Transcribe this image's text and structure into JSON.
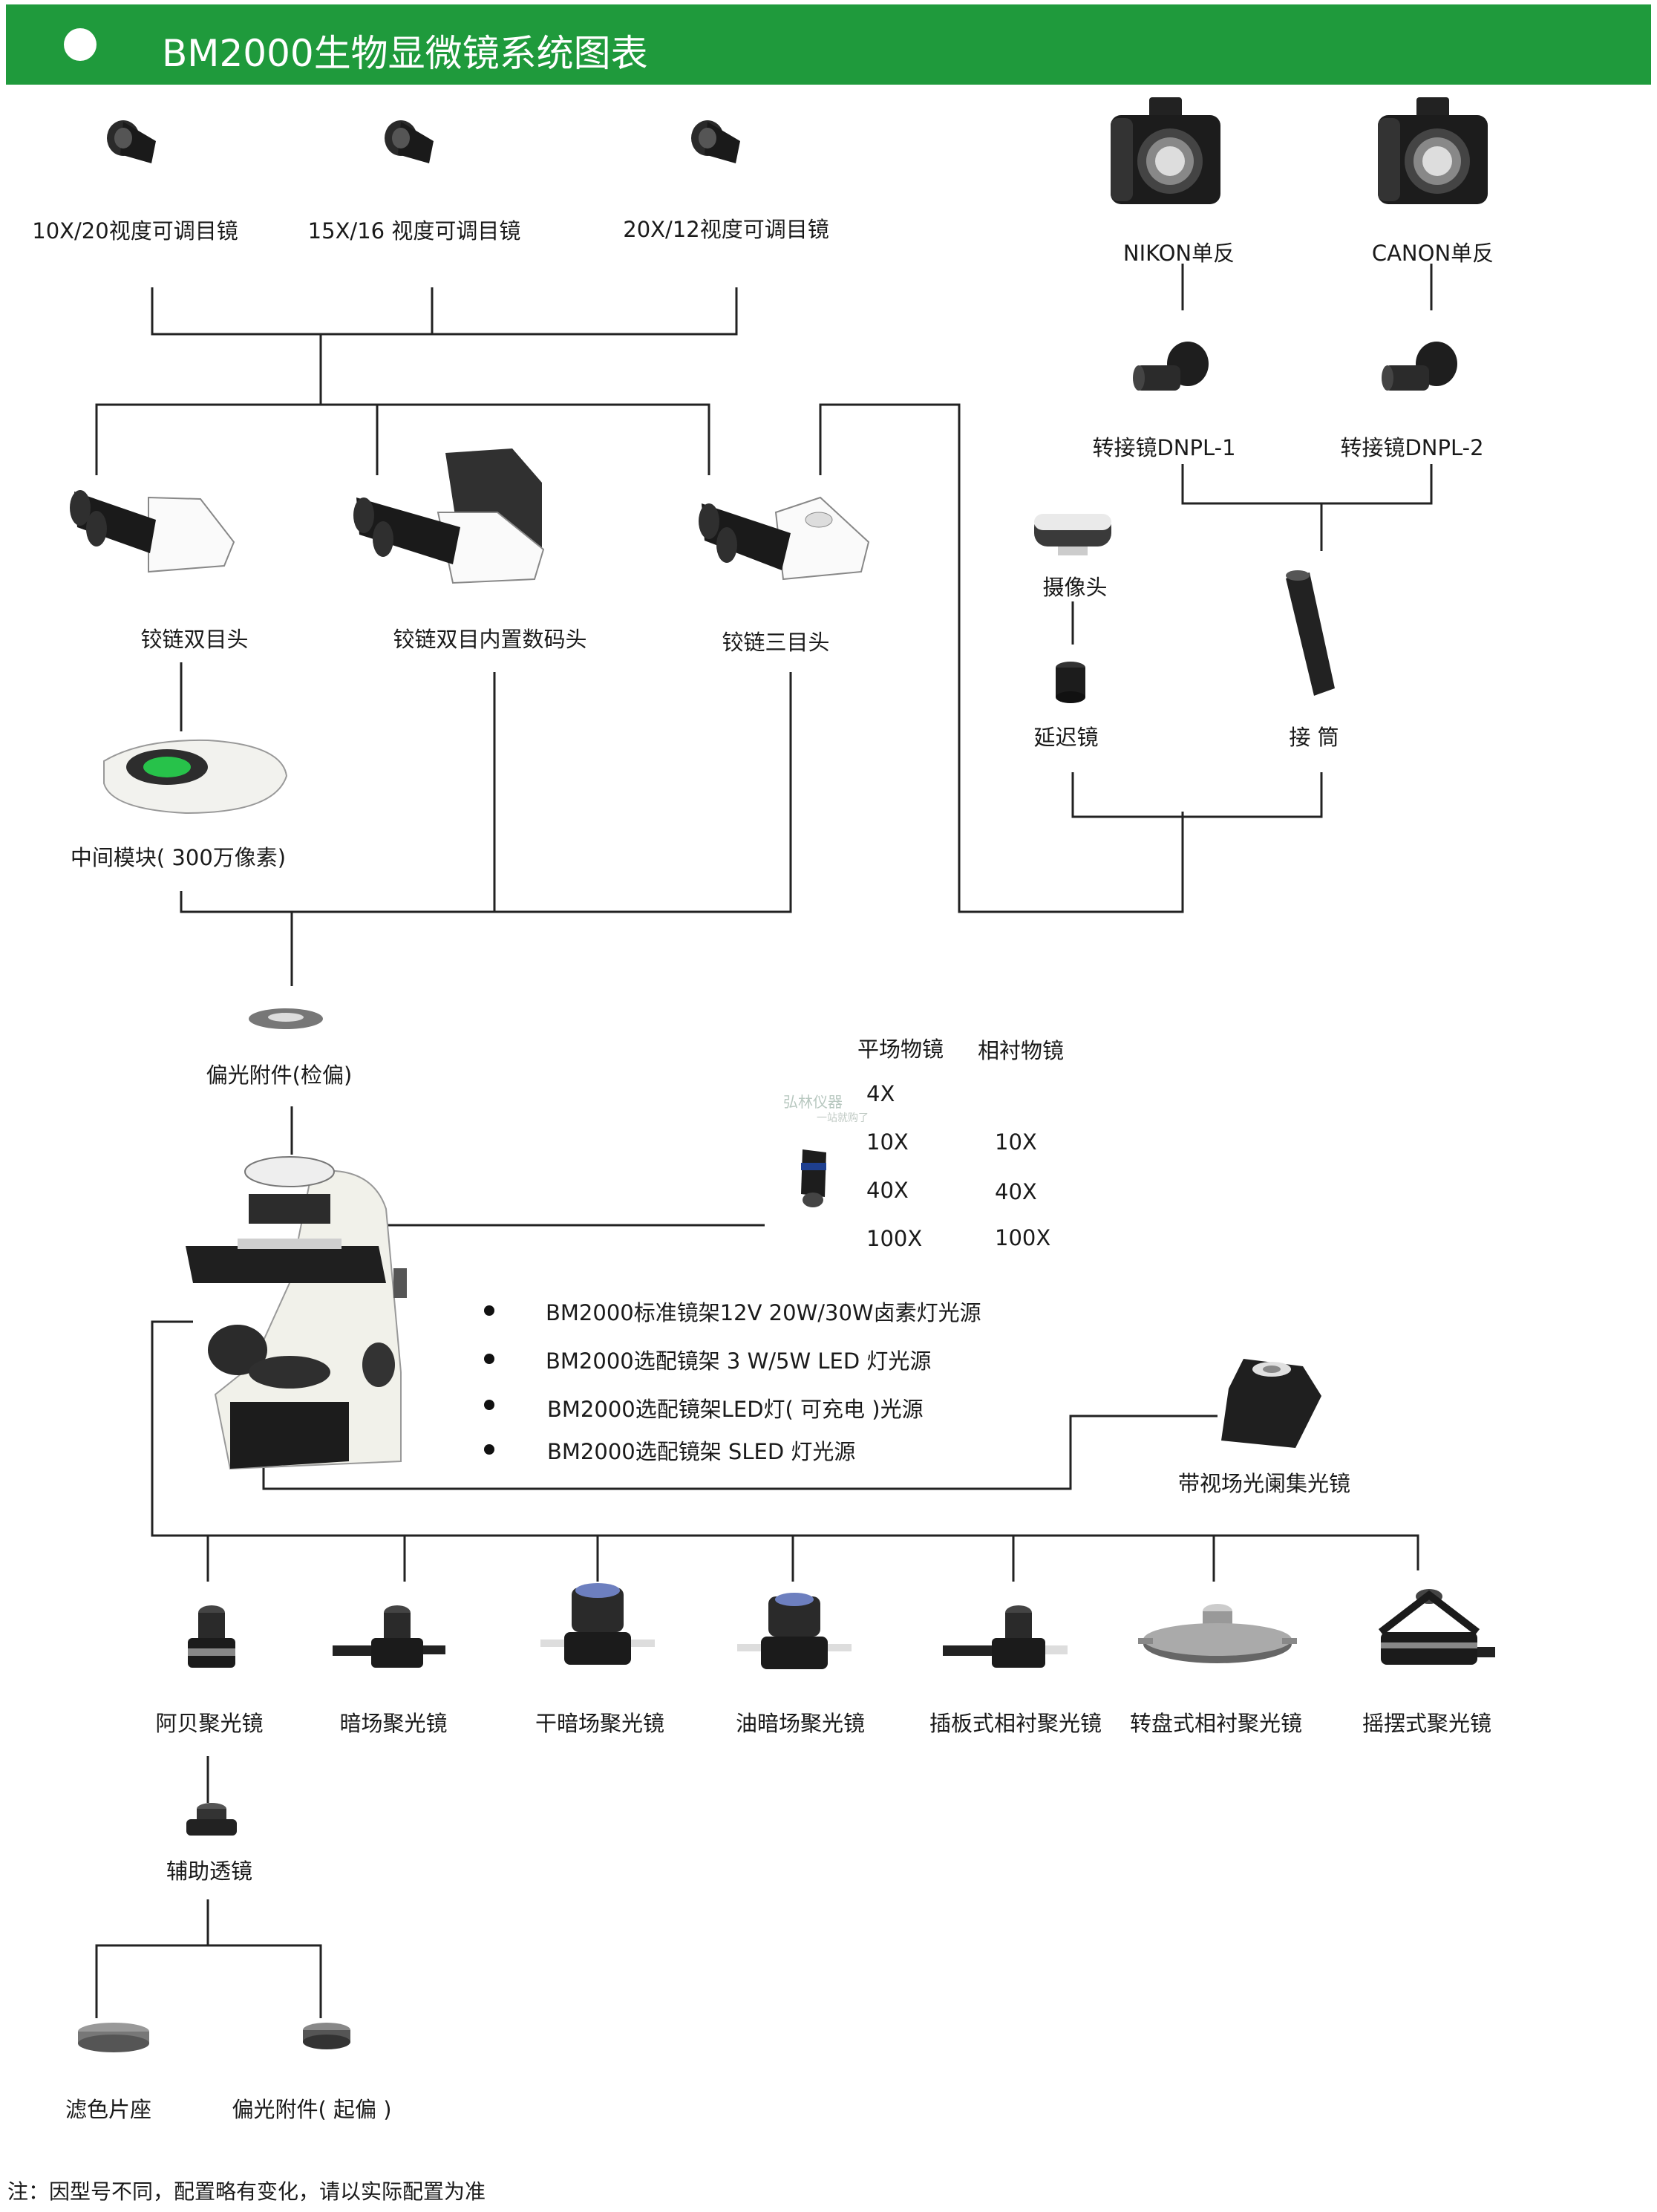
{
  "header": {
    "title": "BM2000生物显微镜系统图表"
  },
  "eyepieces": [
    {
      "label": "10X/20视度可调目镜",
      "icon": "eyepiece-icon"
    },
    {
      "label": "15X/16 视度可调目镜",
      "icon": "eyepiece-icon"
    },
    {
      "label": "20X/12视度可调目镜",
      "icon": "eyepiece-icon"
    }
  ],
  "cameras": [
    {
      "label": "NIKON单反",
      "icon": "dslr-camera-icon"
    },
    {
      "label": "CANON单反",
      "icon": "dslr-camera-icon"
    }
  ],
  "adapters": [
    {
      "label": "转接镜DNPL-1",
      "icon": "adapter-lens-icon"
    },
    {
      "label": "转接镜DNPL-2",
      "icon": "adapter-lens-icon"
    }
  ],
  "heads": [
    {
      "label": "铰链双目头",
      "icon": "binocular-head-icon"
    },
    {
      "label": "铰链双目内置数码头",
      "icon": "digital-binocular-head-icon"
    },
    {
      "label": "铰链三目头",
      "icon": "trinocular-head-icon"
    }
  ],
  "camera_module": {
    "label": "摄像头",
    "icon": "camera-module-icon"
  },
  "reducer": {
    "label": "延迟镜",
    "icon": "reducer-lens-icon"
  },
  "tube": {
    "label": "接 筒",
    "icon": "tube-icon"
  },
  "middle_module": {
    "label": "中间模块( 300万像素)",
    "icon": "middle-module-icon"
  },
  "polarizer_analyzer": {
    "label": "偏光附件(检偏)",
    "icon": "polarizer-ring-icon"
  },
  "objectives": {
    "plan_header": "平场物镜",
    "phase_header": "相衬物镜",
    "plan": [
      "4X",
      "10X",
      "40X",
      "100X"
    ],
    "phase": [
      "10X",
      "40X",
      "100X"
    ]
  },
  "watermark": {
    "line1": "弘林仪器",
    "line2": "一站就购了"
  },
  "light_sources": [
    "BM2000标准镜架12V 20W/30W卤素灯光源",
    "BM2000选配镜架 3 W/5W LED 灯光源",
    "BM2000选配镜架LED灯( 可充电 )光源",
    "BM2000选配镜架 SLED 灯光源"
  ],
  "field_collector": {
    "label": "带视场光阑集光镜",
    "icon": "field-diaphragm-collector-icon"
  },
  "condensers": [
    {
      "label": "阿贝聚光镜",
      "icon": "abbe-condenser-icon"
    },
    {
      "label": "暗场聚光镜",
      "icon": "darkfield-condenser-icon"
    },
    {
      "label": "干暗场聚光镜",
      "icon": "dry-darkfield-condenser-icon"
    },
    {
      "label": "油暗场聚光镜",
      "icon": "oil-darkfield-condenser-icon"
    },
    {
      "label": "插板式相衬聚光镜",
      "icon": "slider-phase-condenser-icon"
    },
    {
      "label": "转盘式相衬聚光镜",
      "icon": "turret-phase-condenser-icon"
    },
    {
      "label": "摇摆式聚光镜",
      "icon": "swing-out-condenser-icon"
    }
  ],
  "aux_lens": {
    "label": "辅助透镜",
    "icon": "auxiliary-lens-icon"
  },
  "filter_holder": {
    "label": "滤色片座",
    "icon": "filter-holder-icon"
  },
  "polarizer_polarizer": {
    "label": "偏光附件( 起偏 )",
    "icon": "polarizer-ring-icon"
  },
  "microscope": {
    "icon": "microscope-icon"
  },
  "note": "注：因型号不同，配置略有变化，请以实际配置为准"
}
